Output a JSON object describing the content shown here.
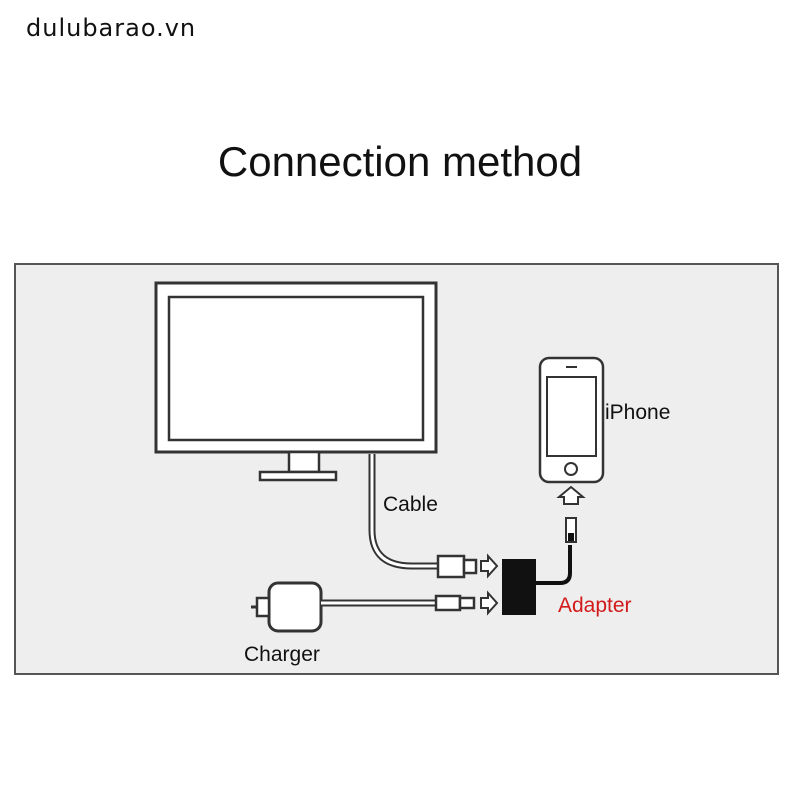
{
  "watermark": "dulubarao.vn",
  "title": "Connection method",
  "labels": {
    "iphone": "iPhone",
    "cable": "Cable",
    "adapter": "Adapter",
    "charger": "Charger"
  },
  "colors": {
    "adapter_label": "#d21a1a",
    "panel_bg": "#efeeee",
    "line": "#333333"
  },
  "icons": [
    "monitor-icon",
    "iphone-icon",
    "adapter-icon",
    "charger-icon",
    "arrow-right-icon",
    "arrow-up-icon",
    "cable-plug-icon"
  ]
}
